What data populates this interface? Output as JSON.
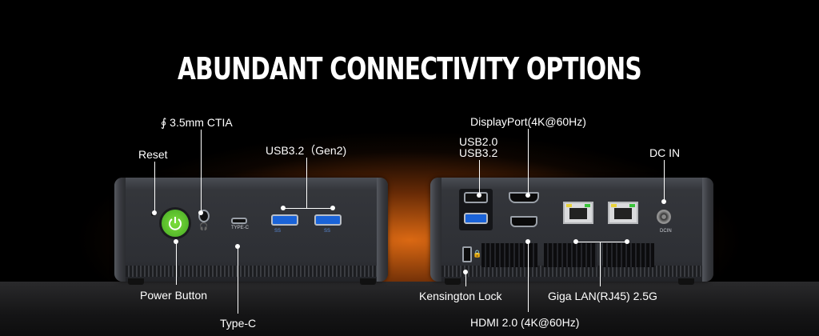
{
  "title": "ABUNDANT CONNECTIVITY OPTIONS",
  "front": {
    "audio": "∮ 3.5mm CTIA",
    "reset": "Reset",
    "usb32": "USB3.2（Gen2)",
    "power": "Power Button",
    "typec": "Type-C",
    "typec_port_text": "TYPE-C",
    "usb_port_text": "SS"
  },
  "back": {
    "displayport": "DisplayPort(4K@60Hz)",
    "usb20": "USB2.0",
    "usb32": "USB3.2",
    "dcin": "DC IN",
    "dcin_port_text": "DCIN",
    "kensington": "Kensington Lock",
    "lan": "Giga LAN(RJ45) 2.5G",
    "hdmi": "HDMI 2.0 (4K@60Hz)"
  },
  "colors": {
    "power": "#5ec02f",
    "usb3_blue": "#1a63d8",
    "accent_glow": "#e36e14"
  }
}
